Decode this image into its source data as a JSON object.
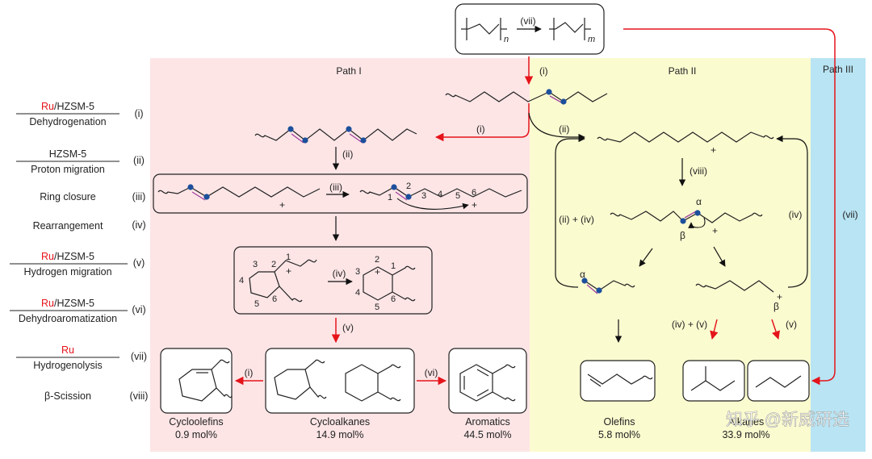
{
  "paths": {
    "path1": "Path I",
    "path2": "Path II",
    "path3": "Path III"
  },
  "legend": [
    {
      "catalyst_prefix": "Ru",
      "catalyst_rest": "/HZSM-5",
      "label": "Dehydrogenation",
      "numeral": "(i)"
    },
    {
      "catalyst_prefix": "",
      "catalyst_rest": "HZSM-5",
      "label": "Proton migration",
      "numeral": "(ii)"
    },
    {
      "catalyst_prefix": "",
      "catalyst_rest": "",
      "label": "Ring closure",
      "numeral": "(iii)"
    },
    {
      "catalyst_prefix": "",
      "catalyst_rest": "",
      "label": "Rearrangement",
      "numeral": "(iv)"
    },
    {
      "catalyst_prefix": "Ru",
      "catalyst_rest": "/HZSM-5",
      "label": "Hydrogen migration",
      "numeral": "(v)"
    },
    {
      "catalyst_prefix": "Ru",
      "catalyst_rest": "/HZSM-5",
      "label": "Dehydroaromatization",
      "numeral": "(vi)"
    },
    {
      "catalyst_prefix": "Ru",
      "catalyst_rest": "",
      "label": "Hydrogenolysis",
      "numeral": "(vii)"
    },
    {
      "catalyst_prefix": "",
      "catalyst_rest": "",
      "label": "β-Scission",
      "numeral": "(viii)"
    }
  ],
  "step_labels": {
    "i": "(i)",
    "ii": "(ii)",
    "iii": "(iii)",
    "iv": "(iv)",
    "v": "(v)",
    "vi": "(vi)",
    "vii": "(vii)",
    "viii": "(viii)",
    "ii_iv": "(ii) + (iv)",
    "iv_v": "(iv) + (v)"
  },
  "subscripts": {
    "n": "n",
    "m": "m"
  },
  "greek": {
    "alpha": "α",
    "beta": "β"
  },
  "charge": "+",
  "ring_numbers": [
    "1",
    "2",
    "3",
    "4",
    "5",
    "6"
  ],
  "products": [
    {
      "name": "Cycloolefins",
      "amount": "0.9 mol%"
    },
    {
      "name": "Cycloalkanes",
      "amount": "14.9 mol%"
    },
    {
      "name": "Aromatics",
      "amount": "44.5 mol%"
    },
    {
      "name": "Olefins",
      "amount": "5.8 mol%"
    },
    {
      "name": "Alkanes",
      "amount": "33.9 mol%"
    }
  ],
  "watermark": "知乎 @新威研选",
  "colors": {
    "path1_bg": "#fde5e6",
    "path2_bg": "#fbfbd0",
    "path3_bg": "#b9e4f3",
    "red_arrow": "#e5141b",
    "ru_text": "#e5141b",
    "atom_blue": "#1c4f9c",
    "double_bond": "#a040a0"
  }
}
